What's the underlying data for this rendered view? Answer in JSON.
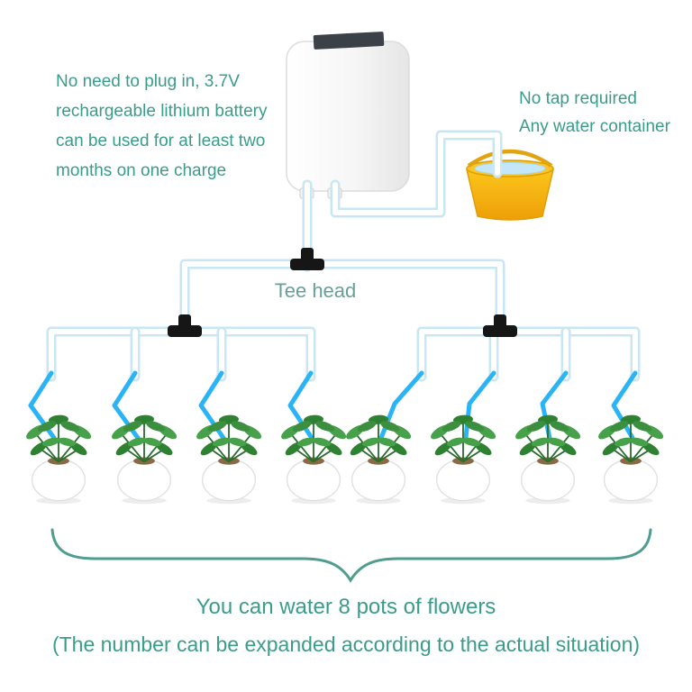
{
  "colors": {
    "accent_text": "#3a9c8b",
    "tee_label_text": "#68a099",
    "tube_edge": "#c9e6f4",
    "drip_tube": "#2ab4f5",
    "bucket_yellow": "#f7bb12",
    "bucket_water": "#c3e7f8",
    "fitting_black": "#161616",
    "plant_leaf_green": "#3b8f3e",
    "brace_green": "#4f9d8e"
  },
  "notes": {
    "battery": {
      "line1": "No need to plug in, 3.7V",
      "line2": "rechargeable lithium battery",
      "line3": "can be used for at least two",
      "line4": "months on one charge"
    },
    "water_source": {
      "line1": "No tap required",
      "line2": "Any water container"
    }
  },
  "labels": {
    "tee_head": "Tee head"
  },
  "caption": {
    "line1": "You can water 8 pots of flowers",
    "line2": "(The number can be expanded according to the actual situation)"
  },
  "pots": {
    "count": 8
  }
}
